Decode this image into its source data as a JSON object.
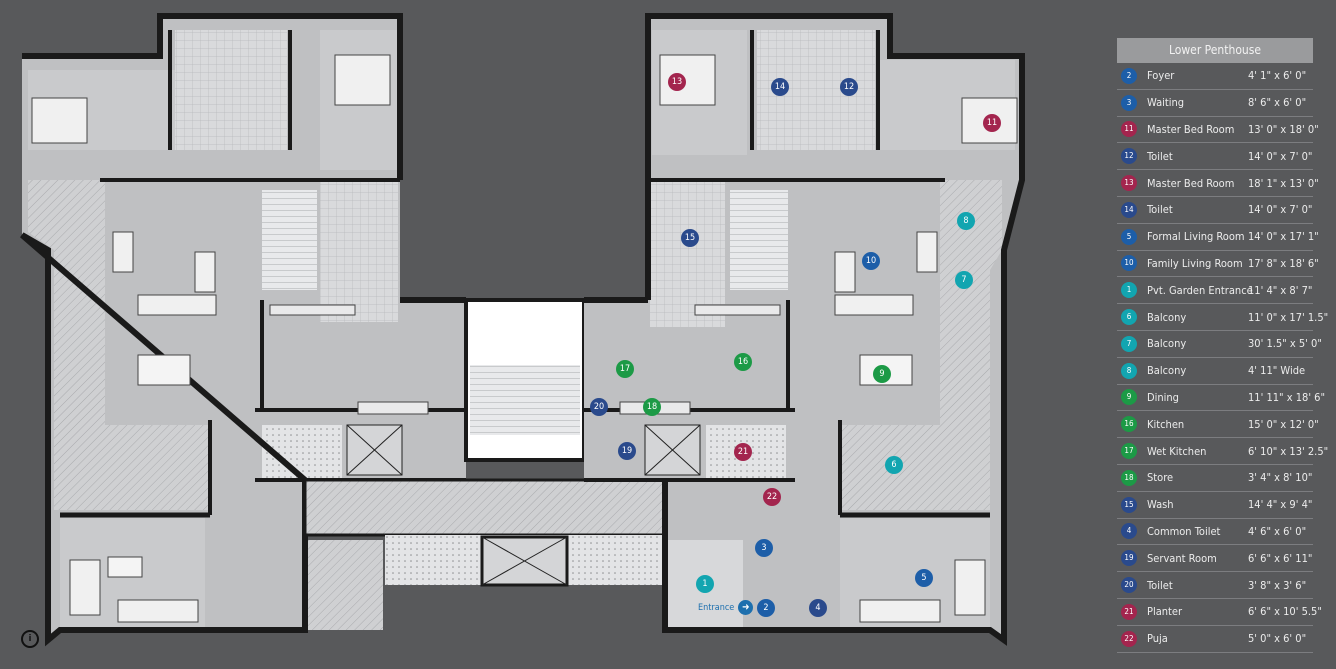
{
  "legend": {
    "title": "Lower Penthouse",
    "rows": [
      {
        "num": "2",
        "name": "Foyer",
        "size": "4' 1\" x 6' 0\"",
        "color": "#1d5ea8"
      },
      {
        "num": "3",
        "name": "Waiting",
        "size": "8' 6\" x 6' 0\"",
        "color": "#1d5ea8"
      },
      {
        "num": "11",
        "name": "Master Bed Room",
        "size": "13' 0\" x 18' 0\"",
        "color": "#a3254e"
      },
      {
        "num": "12",
        "name": "Toilet",
        "size": "14' 0\" x 7' 0\"",
        "color": "#2a4a8c"
      },
      {
        "num": "13",
        "name": "Master Bed Room",
        "size": "18' 1\" x 13' 0\"",
        "color": "#a3254e"
      },
      {
        "num": "14",
        "name": "Toilet",
        "size": "14' 0\" x 7' 0\"",
        "color": "#2a4a8c"
      },
      {
        "num": "5",
        "name": "Formal Living Room",
        "size": "14' 0\" x 17' 1\"",
        "color": "#1d5ea8"
      },
      {
        "num": "10",
        "name": "Family Living Room",
        "size": "17' 8\" x 18' 6\"",
        "color": "#1d5ea8"
      },
      {
        "num": "1",
        "name": "Pvt. Garden Entrance",
        "size": "11' 4\" x 8' 7\"",
        "color": "#12a5b0"
      },
      {
        "num": "6",
        "name": "Balcony",
        "size": "11' 0\" x 17' 1.5\"",
        "color": "#12a5b0"
      },
      {
        "num": "7",
        "name": "Balcony",
        "size": "30' 1.5\" x 5' 0\"",
        "color": "#12a5b0"
      },
      {
        "num": "8",
        "name": "Balcony",
        "size": "4' 11\" Wide",
        "color": "#12a5b0"
      },
      {
        "num": "9",
        "name": "Dining",
        "size": "11' 11\" x 18' 6\"",
        "color": "#1c9a46"
      },
      {
        "num": "16",
        "name": "Kitchen",
        "size": "15' 0\" x 12' 0\"",
        "color": "#1c9a46"
      },
      {
        "num": "17",
        "name": "Wet Kitchen",
        "size": "6' 10\" x 13' 2.5\"",
        "color": "#1c9a46"
      },
      {
        "num": "18",
        "name": "Store",
        "size": "3' 4\" x 8' 10\"",
        "color": "#1c9a46"
      },
      {
        "num": "15",
        "name": "Wash",
        "size": "14' 4\" x 9' 4\"",
        "color": "#2a4a8c"
      },
      {
        "num": "4",
        "name": "Common Toilet",
        "size": "4' 6\" x 6' 0\"",
        "color": "#2a4a8c"
      },
      {
        "num": "19",
        "name": "Servant Room",
        "size": "6' 6\" x 6' 11\"",
        "color": "#2a4a8c"
      },
      {
        "num": "20",
        "name": "Toilet",
        "size": "3' 8\" x 3' 6\"",
        "color": "#2a4a8c"
      },
      {
        "num": "21",
        "name": "Planter",
        "size": "6' 6\" x 10' 5.5\"",
        "color": "#a3254e"
      },
      {
        "num": "22",
        "name": "Puja",
        "size": "5' 0\" x 6' 0\"",
        "color": "#a3254e"
      }
    ]
  },
  "markers": [
    {
      "num": "13",
      "color": "#a3254e"
    },
    {
      "num": "14",
      "color": "#2a4a8c"
    },
    {
      "num": "12",
      "color": "#2a4a8c"
    },
    {
      "num": "11",
      "color": "#a3254e"
    },
    {
      "num": "15",
      "color": "#2a4a8c"
    },
    {
      "num": "8",
      "color": "#12a5b0"
    },
    {
      "num": "10",
      "color": "#1d5ea8"
    },
    {
      "num": "7",
      "color": "#12a5b0"
    },
    {
      "num": "16",
      "color": "#1c9a46"
    },
    {
      "num": "17",
      "color": "#1c9a46"
    },
    {
      "num": "9",
      "color": "#1c9a46"
    },
    {
      "num": "20",
      "color": "#2a4a8c"
    },
    {
      "num": "18",
      "color": "#1c9a46"
    },
    {
      "num": "19",
      "color": "#2a4a8c"
    },
    {
      "num": "21",
      "color": "#a3254e"
    },
    {
      "num": "6",
      "color": "#12a5b0"
    },
    {
      "num": "22",
      "color": "#a3254e"
    },
    {
      "num": "3",
      "color": "#1d5ea8"
    },
    {
      "num": "1",
      "color": "#12a5b0"
    },
    {
      "num": "5",
      "color": "#1d5ea8"
    },
    {
      "num": "2",
      "color": "#1d5ea8"
    },
    {
      "num": "4",
      "color": "#2a4a8c"
    }
  ],
  "entrance_label": "Entrance",
  "icons": {
    "entrance": "arrow-right-icon",
    "info": "info-icon"
  }
}
